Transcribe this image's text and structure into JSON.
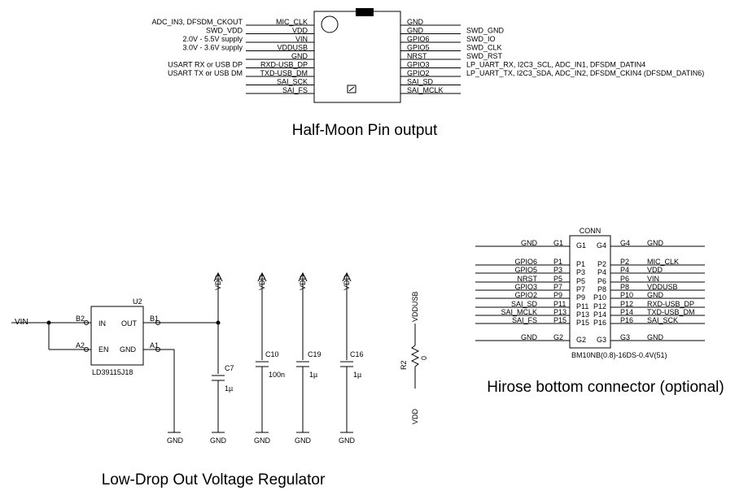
{
  "half_moon": {
    "title": "Half-Moon Pin output",
    "left_pins": [
      {
        "desc": "ADC_IN3, DFSDM_CKOUT",
        "name": "MIC_CLK"
      },
      {
        "desc": "SWD_VDD",
        "name": "VDD"
      },
      {
        "desc": "2.0V - 5.5V supply",
        "name": "VIN"
      },
      {
        "desc": "3.0V - 3.6V supply",
        "name": "VDDUSB"
      },
      {
        "desc": "",
        "name": "GND"
      },
      {
        "desc": "USART RX or USB DP",
        "name": "RXD-USB_DP"
      },
      {
        "desc": "USART TX or USB DM",
        "name": "TXD-USB_DM"
      },
      {
        "desc": "",
        "name": "SAI_SCK"
      },
      {
        "desc": "",
        "name": "SAI_FS"
      }
    ],
    "right_pins": [
      {
        "name": "GND",
        "desc": ""
      },
      {
        "name": "GND",
        "desc": "SWD_GND"
      },
      {
        "name": "GPIO6",
        "desc": "SWD_IO"
      },
      {
        "name": "GPIO5",
        "desc": "SWD_CLK"
      },
      {
        "name": "NRST",
        "desc": "SWD_RST"
      },
      {
        "name": "GPIO3",
        "desc": "LP_UART_RX, I2C3_SCL, ADC_IN1, DFSDM_DATIN4"
      },
      {
        "name": "GPIO2",
        "desc": "LP_UART_TX, I2C3_SDA, ADC_IN2, DFSDM_CKIN4 (DFSDM_DATIN6)"
      },
      {
        "name": "SAI_SD",
        "desc": ""
      },
      {
        "name": "SAI_MCLK",
        "desc": ""
      }
    ]
  },
  "regulator": {
    "title": "Low-Drop Out Voltage Regulator",
    "vin_net": "VIN",
    "ic_ref": "U2",
    "ic_part": "LD39115J18",
    "ic_pins": {
      "b2_num": "B2",
      "b2_name": "IN",
      "a2_num": "A2",
      "a2_name": "EN",
      "b1_num": "B1",
      "b1_name": "OUT",
      "a1_num": "A1",
      "a1_name": "GND"
    },
    "gnd_label": "GND",
    "vdd_label": "VDD",
    "caps": [
      {
        "ref": "C7",
        "value": "1µ"
      },
      {
        "ref": "C10",
        "value": "100n"
      },
      {
        "ref": "C19",
        "value": "1µ"
      },
      {
        "ref": "C16",
        "value": "1µ"
      }
    ],
    "resistor": {
      "ref": "R2",
      "value": "0",
      "top_net": "VDDUSB",
      "bottom_net": "VDD"
    }
  },
  "connector": {
    "title": "Hirose bottom connector (optional)",
    "label": "CONN",
    "part": "BM10NB(0.8)-16DS-0.4V(51)",
    "rows": [
      {
        "lnet": "GND",
        "lpin": "G1",
        "lin": "G1",
        "rin": "G4",
        "rpin": "G4",
        "rnet": "GND"
      },
      {
        "lnet": "GPIO6",
        "lpin": "P1",
        "lin": "P1",
        "rin": "P2",
        "rpin": "P2",
        "rnet": "MIC_CLK"
      },
      {
        "lnet": "GPIO5",
        "lpin": "P3",
        "lin": "P3",
        "rin": "P4",
        "rpin": "P4",
        "rnet": "VDD"
      },
      {
        "lnet": "NRST",
        "lpin": "P5",
        "lin": "P5",
        "rin": "P6",
        "rpin": "P6",
        "rnet": "VIN"
      },
      {
        "lnet": "GPIO3",
        "lpin": "P7",
        "lin": "P7",
        "rin": "P8",
        "rpin": "P8",
        "rnet": "VDDUSB"
      },
      {
        "lnet": "GPIO2",
        "lpin": "P9",
        "lin": "P9",
        "rin": "P10",
        "rpin": "P10",
        "rnet": "GND"
      },
      {
        "lnet": "SAI_SD",
        "lpin": "P11",
        "lin": "P11",
        "rin": "P12",
        "rpin": "P12",
        "rnet": "RXD-USB_DP"
      },
      {
        "lnet": "SAI_MCLK",
        "lpin": "P13",
        "lin": "P13",
        "rin": "P14",
        "rpin": "P14",
        "rnet": "TXD-USB_DM"
      },
      {
        "lnet": "SAI_FS",
        "lpin": "P15",
        "lin": "P15",
        "rin": "P16",
        "rpin": "P16",
        "rnet": "SAI_SCK"
      },
      {
        "lnet": "GND",
        "lpin": "G2",
        "lin": "G2",
        "rin": "G3",
        "rpin": "G3",
        "rnet": "GND"
      }
    ]
  }
}
